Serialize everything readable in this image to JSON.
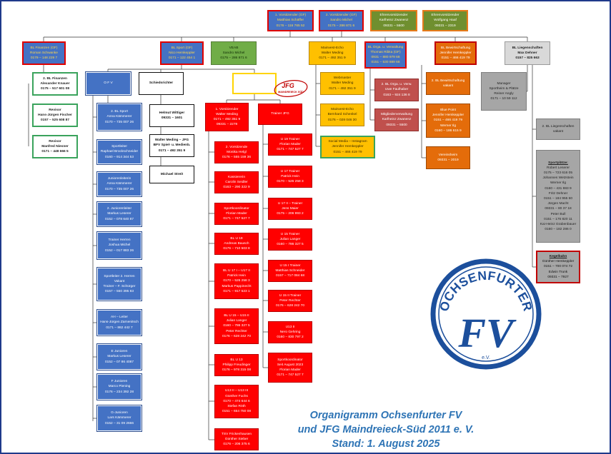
{
  "boxes": {
    "vorsitzender1": {
      "lines": [
        "1. Vorsitzender (GF)",
        "Matthias Schäffer",
        "0176 – 116 765 52"
      ]
    },
    "vorsitzender2": {
      "lines": [
        "2. Vorsitzender (GF)",
        "Sandro Michel",
        "0175 – 286 871 6"
      ]
    },
    "ehrenvorsitzender1": {
      "lines": [
        "Ehrenvorsitzender",
        "Karlheinz Zwanenz",
        "09331 – 5500"
      ]
    },
    "ehrenvorsitzender2": {
      "lines": [
        "Ehrenvorsitzender",
        "Wolfgang Haaf",
        "09331 – 2319"
      ]
    },
    "bl_finanzen": {
      "lines": [
        "BL Finanzen (GF)",
        "Roman Schwanke",
        "0179 – 148 229 7"
      ]
    },
    "bl_sport": {
      "lines": [
        "BL Sport (GF)",
        "Nico Hemkeppler",
        "0171 – 122 454 1"
      ]
    },
    "veab": {
      "lines": [
        "VEAB",
        "Sandro Michel",
        "0175 – 286 871 6"
      ]
    },
    "mainvest_echo": {
      "lines": [
        "Mainvest-Echo",
        "Walter Meding",
        "0171 – 492 351 9"
      ]
    },
    "bl_orga": {
      "lines": [
        "BL Orga. u. Verwaltung",
        "Thomas Ribka (GF)",
        "0931 – 880 979 68",
        "0151 – 530 889 68"
      ]
    },
    "bl_bewirtschaftung": {
      "lines": [
        "BL Bewirtschaftung",
        "Jennifer Hemkeppler",
        "0151 – 466 419 79"
      ]
    },
    "bl_liegenschaften": {
      "lines": [
        "BL Liegenschaften",
        "Max Dehner",
        "0157 – 825 663"
      ]
    },
    "bl_finanzen2": {
      "lines": [
        "2. BL Finanzen",
        "Alexander Knauer",
        "0175 – 517 601 08"
      ]
    },
    "revisor1": {
      "lines": [
        "Revisor",
        "Hans-Jürgen Fischer",
        "0157 – 525 608 87"
      ]
    },
    "revisor2": {
      "lines": [
        "Revisor",
        "Manfred Niesner",
        "0171 – 448 666 5"
      ]
    },
    "ofv": {
      "lines": [
        "O F V"
      ]
    },
    "schiedsrichter": {
      "lines": [
        "Schiedsrichter"
      ]
    },
    "schiri1": {
      "lines": [
        "Helmut Wittiger",
        "09331 – 1601"
      ]
    },
    "schiri2": {
      "lines": [
        "Walter Meding – JFG",
        "BFV Spiel- u. Medienb.",
        "0171 – 492 351 9"
      ]
    },
    "schiri3": {
      "lines": [
        "Michael Streit"
      ]
    },
    "bl_sport2": {
      "lines": [
        "2. BL Sport",
        "Anna Kämmerer",
        "0170 – 735 007 26"
      ]
    },
    "sportleiter": {
      "lines": [
        "Sportleiter",
        "Raphael Brockschneider",
        "0160 – 914 344 53"
      ]
    },
    "jugendleiterin": {
      "lines": [
        "Juniorenleiterin",
        "Anna Kämmerer",
        "0170 – 735 007 26"
      ]
    },
    "jugendleiter2": {
      "lines": [
        "2. Juniorenleiter",
        "Markus Leserer",
        "0152 – 078 640 87"
      ]
    },
    "trainer_herren": {
      "lines": [
        "Trainer Herren",
        "Joshua Michel",
        "0152 – 017 883 26"
      ]
    },
    "sportleiter2": {
      "lines": [
        "Sportleiter 2. Herren",
        "Vakant",
        "Trainer – F. Schürger",
        "0157 – 550 395 83"
      ]
    },
    "ah_leiter": {
      "lines": [
        "AH – Leiter",
        "Hans-Jürgen Zarnenitsch",
        "0171 – 862 442 7"
      ]
    },
    "e_junioren": {
      "lines": [
        "E Junioren",
        "Markus Leserer",
        "0152 – 07 86 4087"
      ]
    },
    "f_junioren": {
      "lines": [
        "F Junioren",
        "Marco Piening",
        "0176 – 234 392 28"
      ]
    },
    "g_junioren": {
      "lines": [
        "G-Junioren",
        "Lars Kämmerer",
        "0152 – 31 09 2666"
      ]
    },
    "jfg_vorsitz": {
      "lines": [
        "1. Vorsitzender",
        "Walter Meding",
        "0171 – 492 351 9",
        "09331 – 2278"
      ]
    },
    "trainer_jfg": {
      "lines": [
        "Trainer JFG"
      ]
    },
    "jfg_vorsitz2": {
      "lines": [
        "2. Vorsitzende",
        "Monika Helgl",
        "0176 – 555 159 36"
      ]
    },
    "kassiererin": {
      "lines": [
        "Kassiererin",
        "Carolin Seidler",
        "0163 – 290 322 9"
      ]
    },
    "sportkoord1": {
      "lines": [
        "Sportkoordinator",
        "Florian Mader",
        "0171 – 747 527 7"
      ]
    },
    "bl_u19": {
      "lines": [
        "BL U 19",
        "Andreas Bausch",
        "0176 – 710 503 8"
      ]
    },
    "bl_u17": {
      "lines": [
        "BL U 17 I – U17 II",
        "Patrick Hein",
        "0170 – 526 258 3",
        "Markus Pappinecht",
        "0171 – 917 523 1"
      ]
    },
    "bl_u15": {
      "lines": [
        "BL U 15 – U15 II",
        "Julian Langer",
        "0160 – 786 327 5",
        "Peter Rechter",
        "0176 – 628 242 70"
      ]
    },
    "bl_u13": {
      "lines": [
        "BL U 13",
        "Philipp Freudinger",
        "0176 – 978 315 08"
      ]
    },
    "u13": {
      "lines": [
        "U13 II – U13 III",
        "Günther Fuchs",
        "0170 – 474 644 6",
        "Stefan Röth",
        "0151 – 654 750 08"
      ]
    },
    "tsv": {
      "lines": [
        "TSV Frickenhausen",
        "Günther Sieber",
        "0176 – 206 375 6"
      ]
    },
    "u19_trainer": {
      "lines": [
        "U 19 Trainer",
        "Florian Mader",
        "0171 – 747 527 7"
      ]
    },
    "u17_trainer": {
      "lines": [
        "U 17 Trainer",
        "Patrick Hein",
        "0170 – 526 258 3"
      ]
    },
    "u17ii_trainer": {
      "lines": [
        "U 17 II – Trainer",
        "Jens Maier",
        "0175 – 206 993 2"
      ]
    },
    "u15_trainer": {
      "lines": [
        "U 15 Trainer",
        "Julian Langer",
        "0160 – 786 327 5"
      ]
    },
    "u15ii_trainer": {
      "lines": [
        "U 15 I Trainer",
        "Matthias Schneider",
        "0157 – 717 084 68"
      ]
    },
    "u15ii2_trainer": {
      "lines": [
        "U 15 II Trainer",
        "Peter Rechter",
        "0176 – 628 242 70"
      ]
    },
    "u13ii_trainer": {
      "lines": [
        "U13 II",
        "Nero Gehring",
        "0160 – 830 797 2"
      ]
    },
    "sportkoord2": {
      "lines": [
        "Sportkoordinator",
        "Seit August 2023",
        "Florian Mader",
        "0171 – 747 527 7"
      ]
    },
    "webmaster": {
      "lines": [
        "Webmaster",
        "Walter Meding",
        "0171 – 492 351 9"
      ]
    },
    "mainvest_echo2": {
      "lines": [
        "Mainvest-Echo",
        "Bernhard Schenkel",
        "0176 – 028 046 30"
      ]
    },
    "social_media": {
      "lines": [
        "Social Media – Instagram",
        "Jennifer Hemkeppler",
        "0151 – 466 419 79"
      ]
    },
    "bl_orga2": {
      "lines": [
        "2. BL Orga. u. Verw.",
        "Uwe Faulhaber",
        "0163 – 924 136 8"
      ]
    },
    "mitgliederverw": {
      "lines": [
        "Mitgliederverwaltung",
        "Karlheinz Zwanenz",
        "09331 – 5500"
      ]
    },
    "bl_bewirt2": {
      "lines": [
        "2. BL Bewirtschaftung",
        "vakant"
      ]
    },
    "blue_point": {
      "lines": [
        "Blue Point",
        "Jennifer Hemkeppler",
        "0151 – 466 419 79",
        "Werner Ilg",
        "0160 – 186 615 9"
      ]
    },
    "vereinsheim": {
      "lines": [
        "Vereinsheim",
        "09331 – 2019"
      ]
    },
    "manager": {
      "lines": [
        "Manager",
        "Sportheim & Plätze",
        "Reiner Angly",
        "0171 – 10 59 112"
      ]
    },
    "bl_liegen2": {
      "lines": [
        "2. BL Liegenschaften",
        "vakant"
      ]
    },
    "sportplaetze": {
      "lines": [
        "Sportplätze:",
        "Robert Leserer",
        "0175 – 723 616 05",
        "Johannes Wetzstein",
        "Werner Ilg",
        "0160 – 431 883 9",
        "Fritz Dehner",
        "0151 – 184 955 60",
        "Jürgen Macht",
        "09331 – 80 37 18",
        "Peter Bull",
        "0151 – 176 820 11",
        "Kai-Heinz Grabenbauer",
        "0160 – 182 286 0"
      ]
    },
    "kegelbahn": {
      "lines": [
        "Kegelbahn",
        "Günther Hemkeppler",
        "0151 – 700 074 72",
        "Edwin Trunk",
        "09331 – 7927"
      ]
    }
  },
  "jfg_logo": {
    "name": "JFG",
    "text": "MAINDREIECK SÜD"
  },
  "logo": {
    "text": "OCHSENFURTER",
    "initials": "FV",
    "suffix": "e.V."
  },
  "title": {
    "line1": "Organigramm Ochsenfurter FV",
    "line2": "und JFG Maindreieck-Süd 2011 e. V.",
    "line3": "Stand: 1. August 2025"
  }
}
